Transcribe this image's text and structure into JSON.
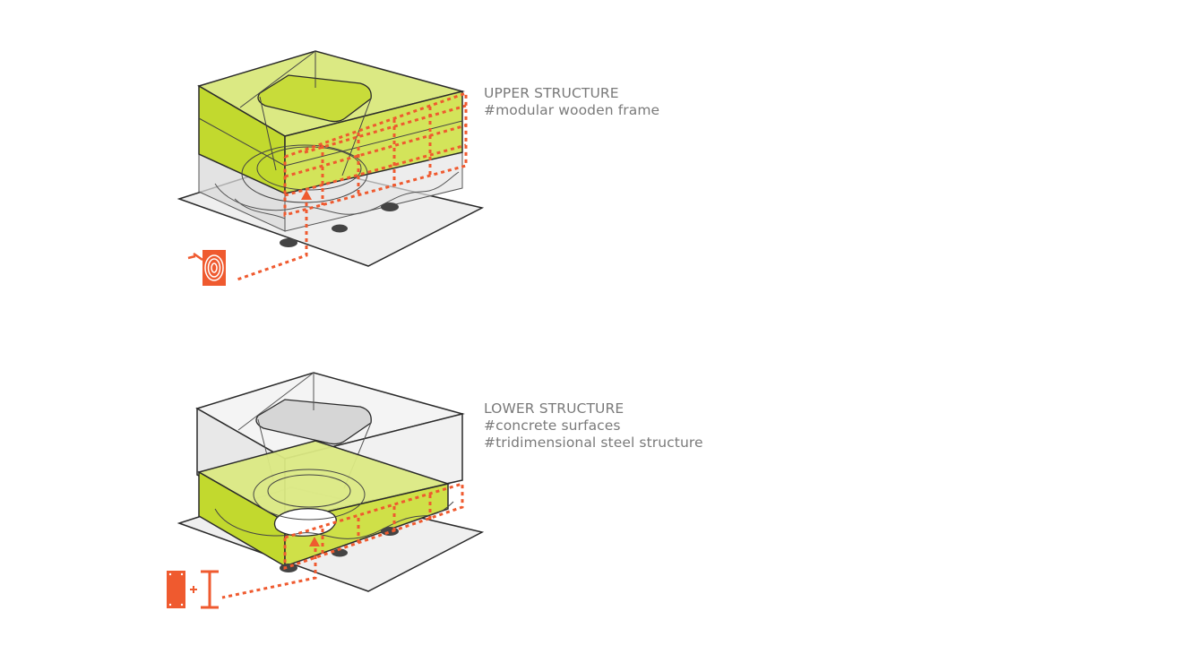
{
  "upper": {
    "title": "UPPER STRUCTURE",
    "tags": [
      "#modular wooden frame"
    ]
  },
  "lower": {
    "title": "LOWER STRUCTURE",
    "tags": [
      "#concrete surfaces",
      "#tridimensional steel structure"
    ]
  },
  "colors": {
    "lime": "#c2d92e",
    "lime_light": "#dbe983",
    "accent": "#ef5a2f",
    "line": "#2a2a2a",
    "ground": "#efefef",
    "grey_fill": "#d9d9d9"
  },
  "icons": {
    "upper": "wood-log-icon",
    "lower_plate": "steel-plate-icon",
    "lower_beam": "i-beam-icon"
  }
}
